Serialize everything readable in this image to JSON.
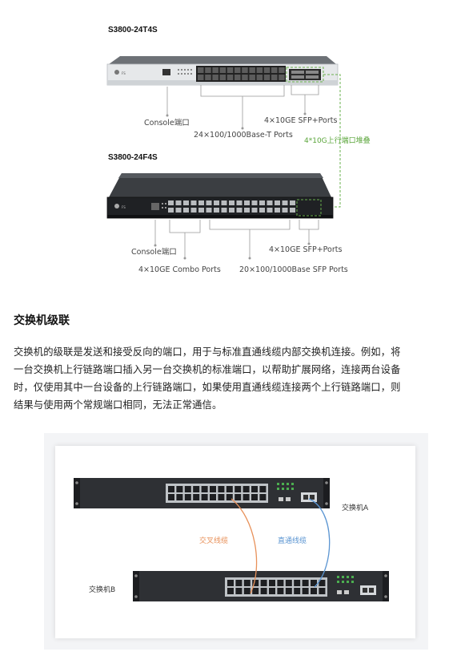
{
  "figure1": {
    "model_a": "S3800-24T4S",
    "model_b": "S3800-24F4S",
    "brand_logo_a": "FS",
    "brand_logo_b": "FS",
    "a_console_label": "Console端口",
    "a_sfp_label": "4×10GE SFP+Ports",
    "a_base_t_label": "24×100/1000Base-T Ports",
    "stack_label": "4*10G上行端口堆叠",
    "b_console_label": "Console端口",
    "b_sfp_label": "4×10GE SFP+Ports",
    "b_combo_label": "4×10GE Combo Ports",
    "b_sfp_ports_label": "20×100/1000Base SFP Ports"
  },
  "article": {
    "heading": "交换机级联",
    "lines": [
      "交换机的级联是发送和接受反向的端口，用于与标准直通线缆内部交换机连接。例如，将",
      "一台交换机上行链路端口插入另一台交换机的标准端口，以帮助扩展网络，连接两台设备",
      "时，仅使用其中一台设备的上行链路端口，如果使用直通线缆连接两个上行链路端口，则",
      "结果与使用两个常规端口相同，无法正常通信。"
    ]
  },
  "figure2": {
    "switch_a_label": "交换机A",
    "switch_b_label": "交换机B",
    "crossover_label": "交叉线缆",
    "straight_label": "直通线缆",
    "colors": {
      "crossover": "#e8915a",
      "straight": "#5b95d2",
      "stack_dash": "#6ab04c"
    }
  }
}
